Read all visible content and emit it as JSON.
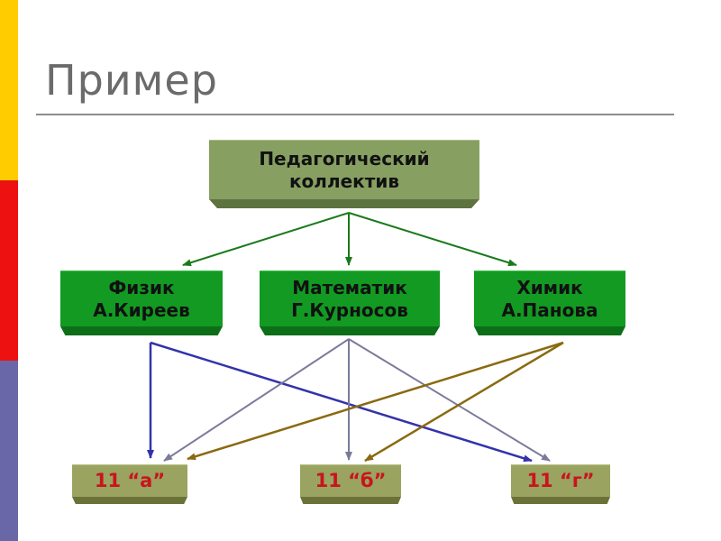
{
  "slide": {
    "title": "Пример"
  },
  "root": {
    "line1": "Педагогический",
    "line2": "коллектив"
  },
  "teachers": [
    {
      "subject": "Физик",
      "name": "А.Киреев"
    },
    {
      "subject": "Математик",
      "name": "Г.Курносов"
    },
    {
      "subject": "Химик",
      "name": "А.Панова"
    }
  ],
  "classes": [
    {
      "label": "11 “а”"
    },
    {
      "label": "11 “б”"
    },
    {
      "label": "11 “г”"
    }
  ],
  "colors": {
    "root_fill": "#87a062",
    "teacher_fill": "#129a22",
    "class_fill": "#9aa35f",
    "class_text": "#c8141e",
    "link_root": "#1a7a1a",
    "link_physics": "#3333aa",
    "link_math": "#7a7a9a",
    "link_chemistry": "#8a6a10"
  }
}
